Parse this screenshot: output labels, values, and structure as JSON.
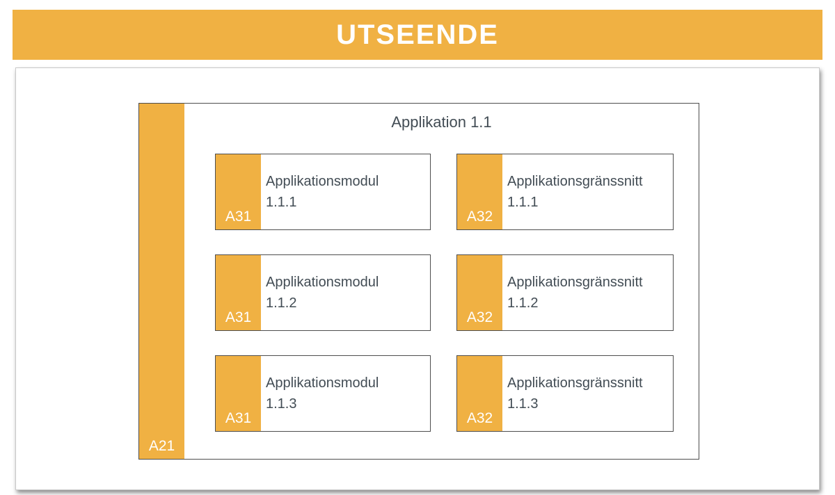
{
  "header": {
    "title": "UTSEENDE"
  },
  "diagram": {
    "outer": {
      "tab": "A21",
      "title": "Applikation 1.1"
    },
    "boxes": [
      {
        "tab": "A31",
        "name": "Applikationsmodul",
        "number": "1.1.1"
      },
      {
        "tab": "A32",
        "name": "Applikationsgränssnitt",
        "number": "1.1.1"
      },
      {
        "tab": "A31",
        "name": "Applikationsmodul",
        "number": "1.1.2"
      },
      {
        "tab": "A32",
        "name": "Applikationsgränssnitt",
        "number": "1.1.2"
      },
      {
        "tab": "A31",
        "name": "Applikationsmodul",
        "number": "1.1.3"
      },
      {
        "tab": "A32",
        "name": "Applikationsgränssnitt",
        "number": "1.1.3"
      }
    ]
  },
  "colors": {
    "accent": "#F0B143",
    "border": "#4d4d4d",
    "text": "#424c54"
  }
}
